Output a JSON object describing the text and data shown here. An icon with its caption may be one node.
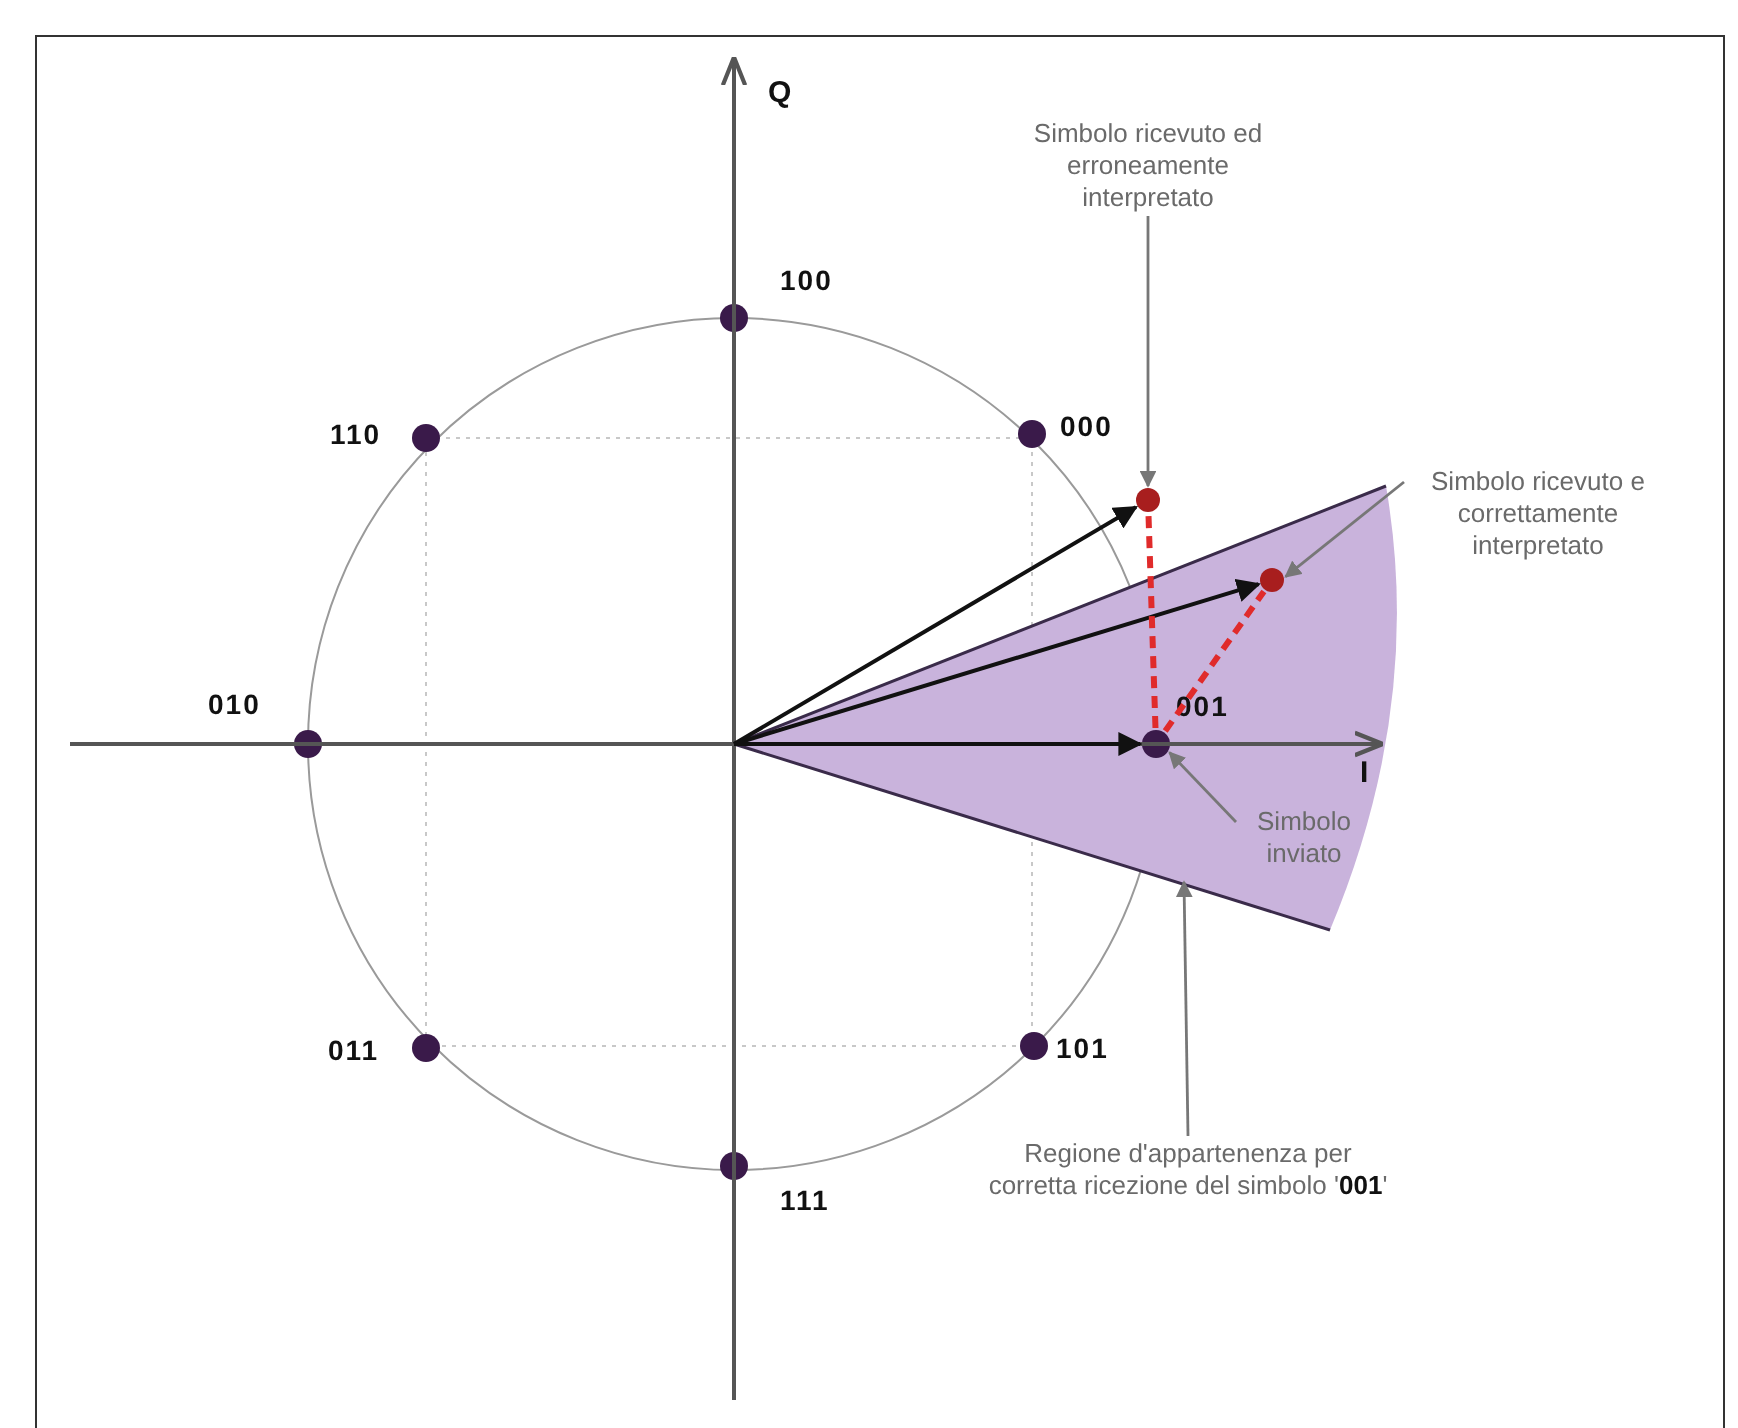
{
  "diagram": {
    "nodes": [
      {
        "text": [
          "Simbolo ricevuto ed erroneamente interpretato"
        ]
      },
      {
        "text": [],
        "shape": "circle",
        "beside": [
          "100"
        ]
      },
      {
        "text": [],
        "shape": "circle",
        "beside": [
          "110"
        ]
      },
      {
        "text": [],
        "shape": "circle",
        "beside": [
          "000"
        ]
      },
      {
        "text": [],
        "shape": "circle"
      },
      {
        "text": [
          "Simbolo ricevuto e correttamente interpretato"
        ]
      },
      {
        "text": [],
        "shape": "sector"
      },
      {
        "text": [],
        "shape": "circle",
        "in": 6
      },
      {
        "text": [],
        "shape": "circle",
        "beside": [
          "010"
        ]
      },
      {
        "text": [],
        "shape": "circle",
        "beside": [
          "001"
        ],
        "in": 6
      },
      {
        "text": [
          "Simbolo inviato"
        ],
        "in": 6
      },
      {
        "text": [],
        "shape": "circle",
        "beside": [
          "011"
        ]
      },
      {
        "text": [],
        "shape": "circle",
        "beside": [
          "101"
        ]
      },
      {
        "text": [],
        "shape": "circle",
        "beside": [
          "111"
        ]
      },
      {
        "text": [
          "Regione d'appartenenza per corretta ricezione del simbolo '**001**'"
        ]
      }
    ],
    "edges": [
      {
        "from": 0,
        "to": 4,
        "arrow": "to"
      },
      {
        "from": 5,
        "to": 7,
        "arrow": "to"
      },
      {
        "from": 10,
        "to": 9,
        "arrow": "to"
      },
      {
        "from": 14,
        "to": 6,
        "arrow": "to"
      },
      {
        "from": 6,
        "to": 4,
        "arrow": "to",
        "color": "#111111"
      },
      {
        "from": 6,
        "to": 7,
        "arrow": "to",
        "color": "#111111"
      },
      {
        "from": 6,
        "to": 9,
        "arrow": "to",
        "color": "#111111"
      },
      {
        "from": 9,
        "to": 4,
        "arrow": "none",
        "style": "dashed",
        "color": "#e02b2b"
      },
      {
        "from": 9,
        "to": 7,
        "arrow": "none",
        "style": "dashed",
        "color": "#e02b2b"
      }
    ],
    "labels": [
      "Q",
      "I"
    ]
  }
}
